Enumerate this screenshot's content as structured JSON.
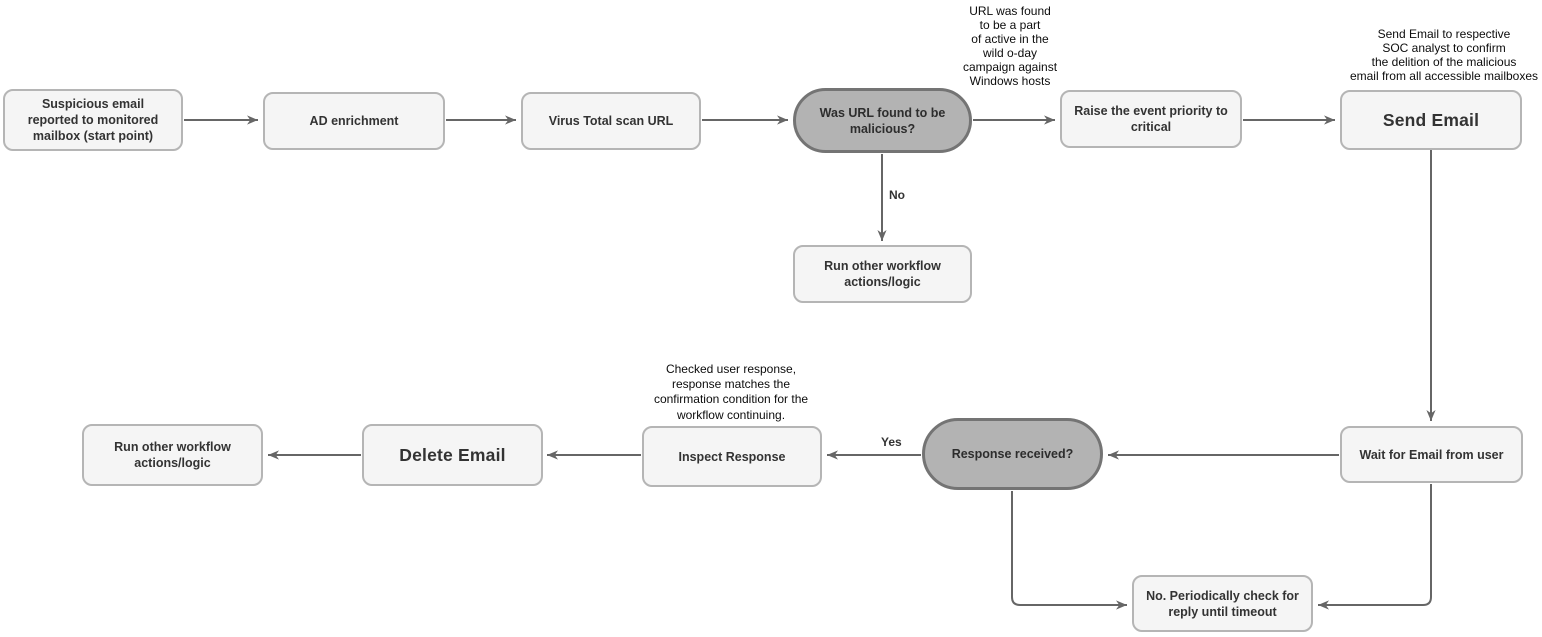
{
  "diagram": {
    "type": "flowchart",
    "nodes": {
      "start": {
        "label": "Suspicious email\nreported to monitored\nmailbox (start point)",
        "shape": "process"
      },
      "ad_enrichment": {
        "label": "AD enrichment",
        "shape": "process"
      },
      "virus_total": {
        "label": "Virus Total scan URL",
        "shape": "process"
      },
      "url_malicious": {
        "label": "Was URL found to be\nmalicious?",
        "shape": "decision"
      },
      "raise_priority": {
        "label": "Raise the event priority to\ncritical",
        "shape": "process"
      },
      "send_email": {
        "label": "Send Email",
        "shape": "process-emphasis"
      },
      "run_other_top": {
        "label": "Run other workflow\nactions/logic",
        "shape": "process"
      },
      "run_other_bottom": {
        "label": "Run other workflow\nactions/logic",
        "shape": "process"
      },
      "delete_email": {
        "label": "Delete Email",
        "shape": "process-emphasis"
      },
      "inspect_response": {
        "label": "Inspect Response",
        "shape": "process"
      },
      "response_received": {
        "label": "Response received?",
        "shape": "decision"
      },
      "wait_email": {
        "label": "Wait for Email from user",
        "shape": "process"
      },
      "periodic_check": {
        "label": "No. Periodically check for\nreply until timeout",
        "shape": "process"
      }
    },
    "annotations": {
      "zero_day_note": "URL was found\nto be a part\nof active in the\nwild o-day\ncampaign against\nWindows hosts",
      "send_email_note": "Send Email to respective\nSOC analyst to confirm\nthe delition of the malicious\nemail from all accessible mailboxes",
      "inspect_note": "Checked user response,\nresponse matches the\nconfirmation condition for the\nworkflow continuing."
    },
    "edge_labels": {
      "no": "No",
      "yes": "Yes"
    },
    "colors": {
      "process_fill": "#f5f5f5",
      "process_border": "#b5b5b5",
      "decision_fill": "#b3b3b3",
      "decision_border": "#747474",
      "connector": "#666666",
      "text": "#333333"
    }
  }
}
